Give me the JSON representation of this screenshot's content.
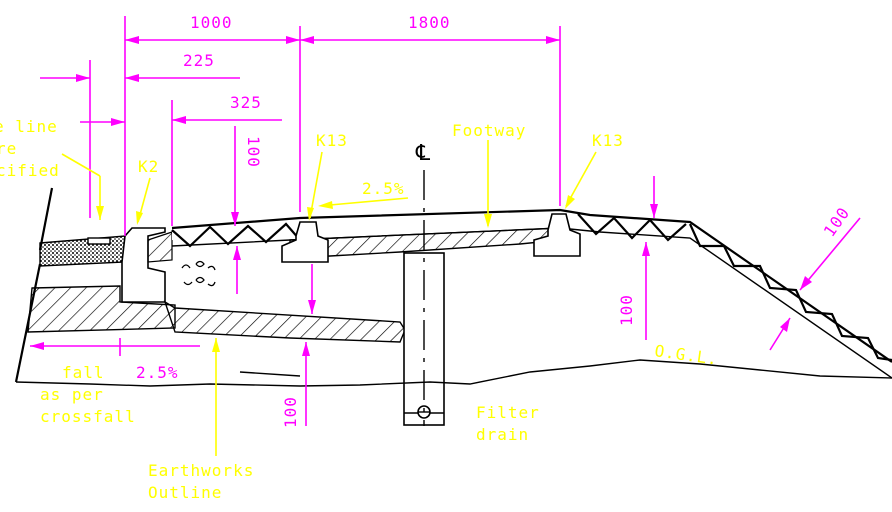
{
  "dimensions": {
    "d1000": "1000",
    "d1800": "1800",
    "d225": "225",
    "d325": "325",
    "d100_kerb": "100",
    "d100_verge": "100",
    "d100_slope": "100",
    "d100_base": "100",
    "crossfall_left": "2.5%",
    "crossfall_footway": "2.5%"
  },
  "annotations": {
    "line_note": [
      "e line",
      "re",
      "cified"
    ],
    "k2": "K2",
    "k13_left": "K13",
    "k13_right": "K13",
    "centreline": "℄",
    "footway": "Footway",
    "fall": "fall",
    "as_per": "as per",
    "crossfall": "crossfall",
    "earthworks": [
      "Earthworks",
      "Outline"
    ],
    "filter_drain": [
      "Filter",
      "drain"
    ],
    "ogl": "O.G.L."
  },
  "colors": {
    "dimension": "#ff00ff",
    "annotation": "#ffff00",
    "linework": "#000000",
    "background": "#ffffff"
  }
}
